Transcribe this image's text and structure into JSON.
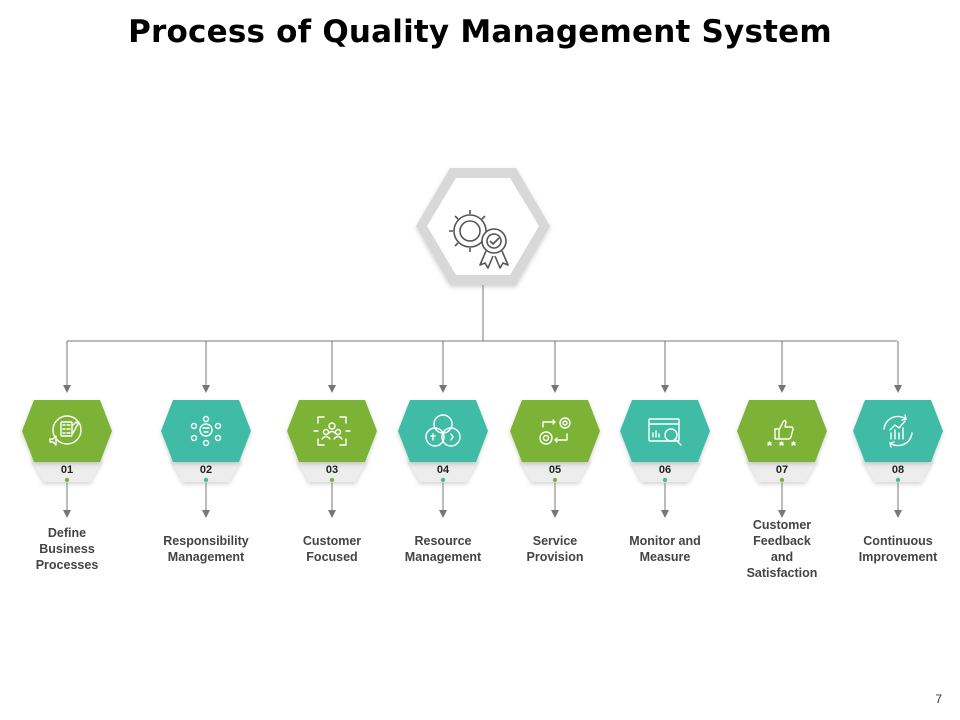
{
  "title": "Process of Quality Management System",
  "colors": {
    "green": "#7CB236",
    "teal": "#41BBA5",
    "line": "#777777",
    "hub_border": "#D0D0D0"
  },
  "hub": {
    "icon": "gears-with-award-ribbon-icon"
  },
  "steps": [
    {
      "number": "01",
      "label": "Define Business Processes",
      "color": "green",
      "icon": "checklist-document-icon"
    },
    {
      "number": "02",
      "label": "Responsibility Management",
      "color": "teal",
      "icon": "organization-chart-icon"
    },
    {
      "number": "03",
      "label": "Customer Focused",
      "color": "green",
      "icon": "focused-group-icon"
    },
    {
      "number": "04",
      "label": "Resource Management",
      "color": "teal",
      "icon": "resource-cycle-icon"
    },
    {
      "number": "05",
      "label": "Service Provision",
      "color": "green",
      "icon": "process-gears-icon"
    },
    {
      "number": "06",
      "label": "Monitor and Measure",
      "color": "teal",
      "icon": "monitor-magnifier-icon"
    },
    {
      "number": "07",
      "label": "Customer Feedback and Satisfaction",
      "color": "green",
      "icon": "thumbs-up-rating-icon"
    },
    {
      "number": "08",
      "label": "Continuous Improvement",
      "color": "teal",
      "icon": "growth-cycle-icon"
    }
  ],
  "page_number": "7"
}
